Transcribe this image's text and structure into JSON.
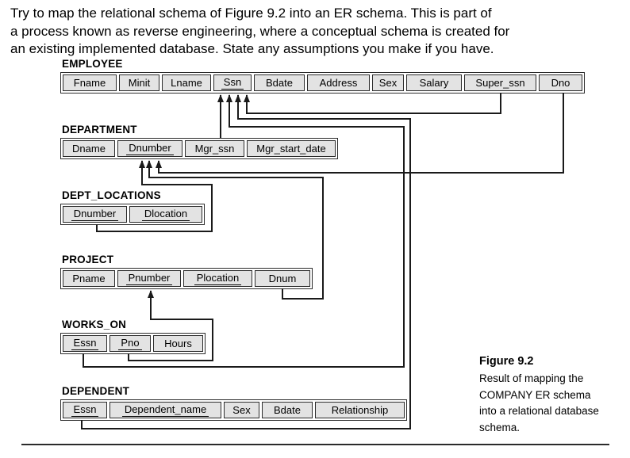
{
  "intro": {
    "lines": [
      "Try to map the relational schema of Figure 9.2 into an ER schema. This is part of",
      "a process known as reverse engineering, where a conceptual schema is created for",
      "an existing implemented database. State any assumptions you make if you have."
    ]
  },
  "diagram": {
    "tables": [
      {
        "id": "employee",
        "name": "EMPLOYEE",
        "columns": [
          {
            "label": "Fname",
            "key": false
          },
          {
            "label": "Minit",
            "key": false
          },
          {
            "label": "Lname",
            "key": false
          },
          {
            "label": "Ssn",
            "key": true
          },
          {
            "label": "Bdate",
            "key": false
          },
          {
            "label": "Address",
            "key": false
          },
          {
            "label": "Sex",
            "key": false
          },
          {
            "label": "Salary",
            "key": false
          },
          {
            "label": "Super_ssn",
            "key": false
          },
          {
            "label": "Dno",
            "key": false
          }
        ]
      },
      {
        "id": "department",
        "name": "DEPARTMENT",
        "columns": [
          {
            "label": "Dname",
            "key": false
          },
          {
            "label": "Dnumber",
            "key": true
          },
          {
            "label": "Mgr_ssn",
            "key": false
          },
          {
            "label": "Mgr_start_date",
            "key": false
          }
        ]
      },
      {
        "id": "dept_locations",
        "name": "DEPT_LOCATIONS",
        "columns": [
          {
            "label": "Dnumber",
            "key": true
          },
          {
            "label": "Dlocation",
            "key": true
          }
        ]
      },
      {
        "id": "project",
        "name": "PROJECT",
        "columns": [
          {
            "label": "Pname",
            "key": false
          },
          {
            "label": "Pnumber",
            "key": true
          },
          {
            "label": "Plocation",
            "key": true
          },
          {
            "label": "Dnum",
            "key": false
          }
        ]
      },
      {
        "id": "works_on",
        "name": "WORKS_ON",
        "columns": [
          {
            "label": "Essn",
            "key": true
          },
          {
            "label": "Pno",
            "key": true
          },
          {
            "label": "Hours",
            "key": false
          }
        ]
      },
      {
        "id": "dependent",
        "name": "DEPENDENT",
        "columns": [
          {
            "label": "Essn",
            "key": true
          },
          {
            "label": "Dependent_name",
            "key": true
          },
          {
            "label": "Sex",
            "key": false
          },
          {
            "label": "Bdate",
            "key": false
          },
          {
            "label": "Relationship",
            "key": false
          }
        ]
      }
    ],
    "foreign_keys": [
      {
        "id": "mgr_ssn_to_ssn",
        "from": "DEPARTMENT.Mgr_ssn",
        "to": "EMPLOYEE.Ssn"
      },
      {
        "id": "works_on_essn_to_ssn",
        "from": "WORKS_ON.Essn",
        "to": "EMPLOYEE.Ssn"
      },
      {
        "id": "dependent_essn_to_ssn",
        "from": "DEPENDENT.Essn",
        "to": "EMPLOYEE.Ssn"
      },
      {
        "id": "super_ssn_to_ssn",
        "from": "EMPLOYEE.Super_ssn",
        "to": "EMPLOYEE.Ssn"
      },
      {
        "id": "dept_locations_dnumber_to_dnumber",
        "from": "DEPT_LOCATIONS.Dnumber",
        "to": "DEPARTMENT.Dnumber"
      },
      {
        "id": "dnum_to_dnumber",
        "from": "PROJECT.Dnum",
        "to": "DEPARTMENT.Dnumber"
      },
      {
        "id": "dno_to_dnumber",
        "from": "EMPLOYEE.Dno",
        "to": "DEPARTMENT.Dnumber"
      },
      {
        "id": "pno_to_pnumber",
        "from": "WORKS_ON.Pno",
        "to": "PROJECT.Pnumber"
      }
    ]
  },
  "caption": {
    "title": "Figure 9.2",
    "lines": [
      "Result of mapping the",
      "COMPANY ER schema",
      "into a relational database",
      "schema."
    ]
  },
  "colors": {
    "cell_fill": "#e3e3e3",
    "line": "#1a1a1a",
    "text": "#000000"
  }
}
